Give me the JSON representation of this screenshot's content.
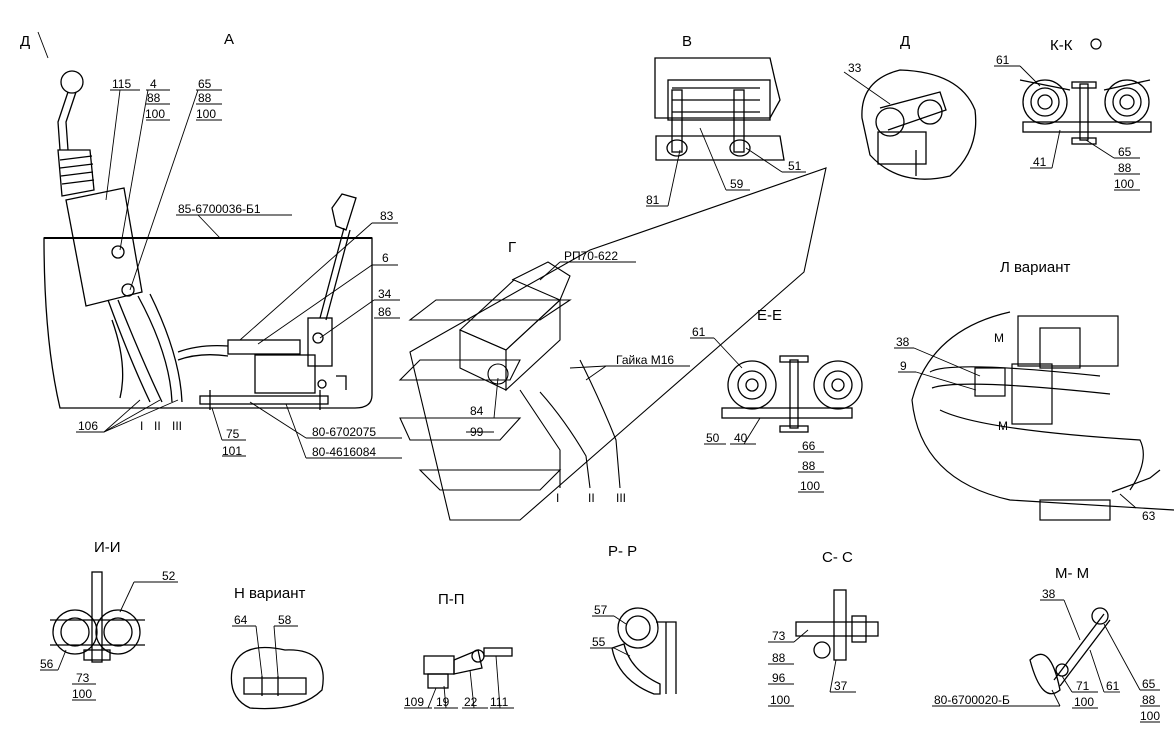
{
  "views": {
    "a": "А",
    "d_arrow": "Д",
    "v": "В",
    "d": "Д",
    "kk": "К-К",
    "g": "Г",
    "ee": "Е-Е",
    "l": "Л вариант",
    "ii": "И-И",
    "n": "Н вариант",
    "pp": "П-П",
    "rr": "Р- Р",
    "ss": "С- С",
    "mm": "М- М"
  },
  "refs": {
    "r115": "115",
    "r4": "4",
    "r88a": "88",
    "r100a": "100",
    "r65a": "65",
    "r88b": "88",
    "r100b": "100",
    "r85": "85-6700036-Б1",
    "r83": "83",
    "r6": "6",
    "r34": "34",
    "r86": "86",
    "r106": "106",
    "rI": "I",
    "rII": "II",
    "rIII": "III",
    "r75": "75",
    "r101": "101",
    "r80a": "80-6702075",
    "r80b": "80-4616084",
    "r81": "81",
    "r59": "59",
    "r51": "51",
    "r33": "33",
    "r61a": "61",
    "r41": "41",
    "r65b": "65",
    "r88c": "88",
    "r100c": "100",
    "rp70": "РП70-622",
    "gaika": "Гайка М16",
    "r84": "84",
    "r99": "99",
    "gI": "I",
    "gII": "II",
    "gIII": "III",
    "r61b": "61",
    "r50": "50",
    "r40": "40",
    "r66": "66",
    "r88d": "88",
    "r100d": "100",
    "r38a": "38",
    "r9": "9",
    "rM1": "М",
    "rM2": "М",
    "r63": "63",
    "r52": "52",
    "r56": "56",
    "r73a": "73",
    "r100e": "100",
    "r64": "64",
    "r58": "58",
    "r109": "109",
    "r19": "19",
    "r22": "22",
    "r111": "111",
    "r57": "57",
    "r55": "55",
    "r73b": "73",
    "r88e": "88",
    "r96": "96",
    "r100f": "100",
    "r37": "37",
    "r38b": "38",
    "r80c": "80-6700020-Б",
    "r71": "71",
    "r100g": "100",
    "r61c": "61",
    "r65c": "65",
    "r88f": "88",
    "r100h": "100"
  }
}
